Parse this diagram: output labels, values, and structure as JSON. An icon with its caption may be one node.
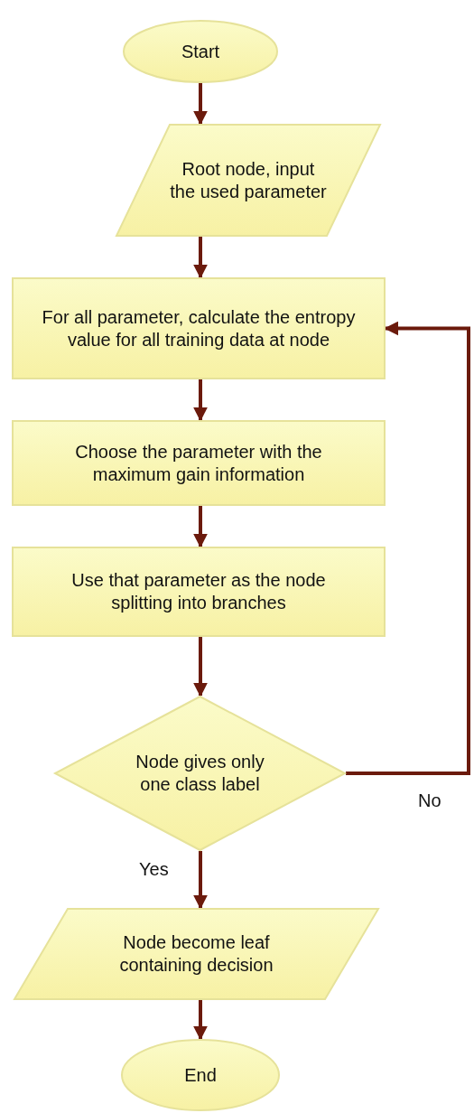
{
  "diagram": {
    "nodes": [
      {
        "text": [
          "Start"
        ]
      },
      {
        "text": [
          "Root node, input the used parameter"
        ]
      },
      {
        "text": [
          "For all parameter, calculate the entropy value for all training data at node"
        ]
      },
      {
        "text": [
          "Choose the parameter with the maximum gain information"
        ]
      },
      {
        "text": [
          "Use that parameter as the node splitting into branches"
        ]
      },
      {
        "text": [
          "Node gives only one class label"
        ]
      },
      {
        "text": [
          "Node become leaf containing decision"
        ]
      },
      {
        "text": [
          "End"
        ]
      }
    ],
    "edges": [
      {
        "from": 0,
        "to": 1,
        "arrow": "to"
      },
      {
        "from": 1,
        "to": 2,
        "arrow": "to"
      },
      {
        "from": 2,
        "to": 3,
        "arrow": "to"
      },
      {
        "from": 3,
        "to": 4,
        "arrow": "to"
      },
      {
        "from": 4,
        "to": 5,
        "arrow": "to"
      },
      {
        "from": 5,
        "to": 6,
        "arrow": "to",
        "label": "Yes"
      },
      {
        "from": 6,
        "to": 7,
        "arrow": "to"
      },
      {
        "from": 5,
        "to": 2,
        "arrow": "to",
        "label": "No"
      }
    ]
  }
}
